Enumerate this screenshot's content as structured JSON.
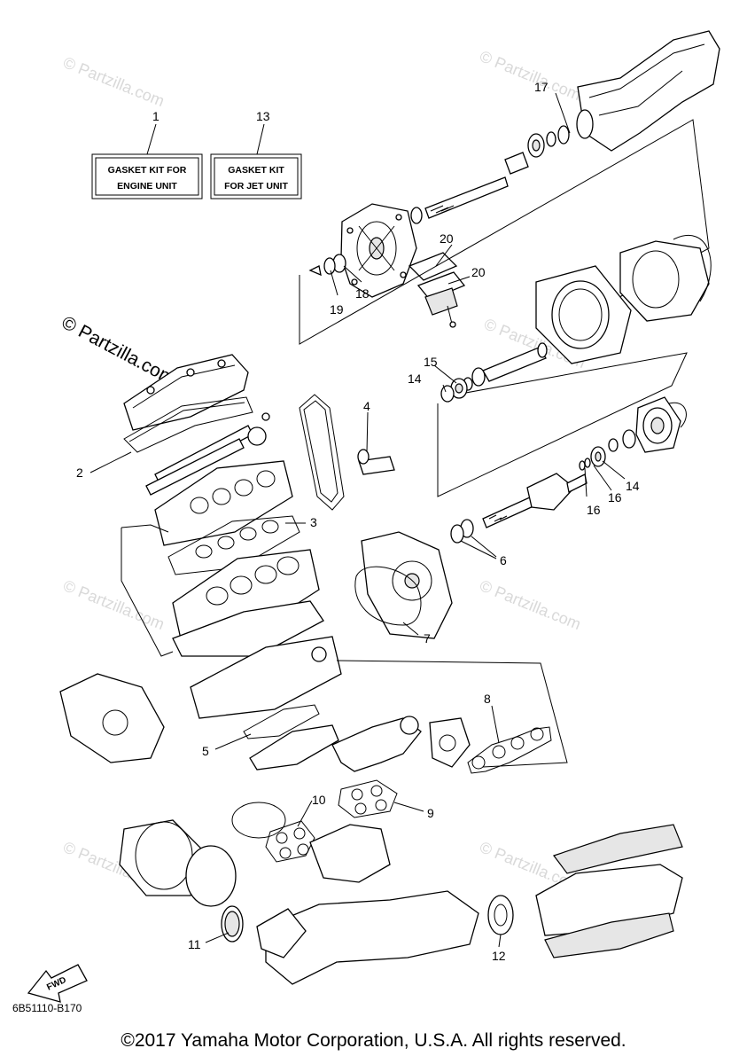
{
  "watermarks": {
    "circle_text": "© Partzilla.com",
    "main_text": "© Partzilla.com"
  },
  "labels": {
    "kit_engine_line1": "GASKET KIT FOR",
    "kit_engine_line2": "ENGINE UNIT",
    "kit_jet_line1": "GASKET KIT",
    "kit_jet_line2": "FOR JET UNIT",
    "fwd": "FWD"
  },
  "callouts": {
    "n1": "1",
    "n2": "2",
    "n3": "3",
    "n4": "4",
    "n5": "5",
    "n6": "6",
    "n7": "7",
    "n8": "8",
    "n9": "9",
    "n10": "10",
    "n11": "11",
    "n12": "12",
    "n13": "13",
    "n14a": "14",
    "n14b": "14",
    "n15": "15",
    "n16a": "16",
    "n16b": "16",
    "n17": "17",
    "n18": "18",
    "n19": "19",
    "n20a": "20",
    "n20b": "20"
  },
  "footer": {
    "figure_code": "6B51110-B170",
    "copyright": "©2017 Yamaha Motor Corporation, U.S.A. All rights reserved."
  }
}
